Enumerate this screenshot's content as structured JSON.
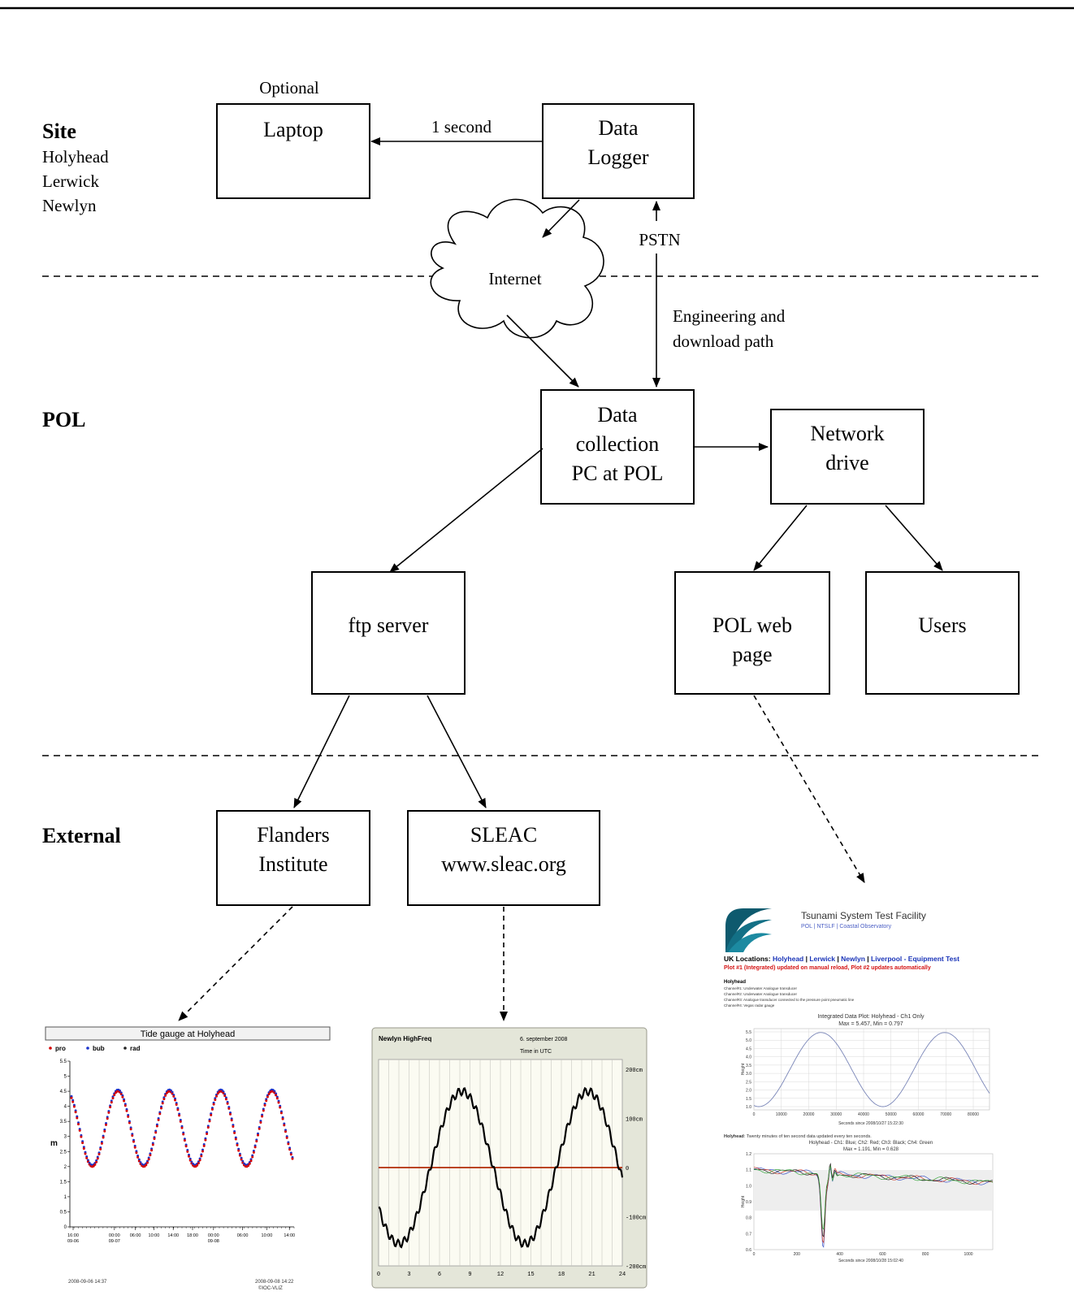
{
  "sections": {
    "site": "Site",
    "pol": "POL",
    "external": "External"
  },
  "site_list": [
    "Holyhead",
    "Lerwick",
    "Newlyn"
  ],
  "nodes": {
    "laptop": "Laptop",
    "optional": "Optional",
    "data_logger": [
      "Data",
      "Logger"
    ],
    "internet": "Internet",
    "data_collection": [
      "Data",
      "collection",
      "PC at POL"
    ],
    "network_drive": [
      "Network",
      "drive"
    ],
    "ftp_server": "ftp server",
    "pol_web": [
      "POL web",
      "page"
    ],
    "users": "Users",
    "flanders": [
      "Flanders",
      "Institute"
    ],
    "sleac": [
      "SLEAC",
      "www.sleac.org"
    ]
  },
  "edge_labels": {
    "one_second": "1 second",
    "pstn": "PSTN",
    "engineering": [
      "Engineering and",
      "download path"
    ]
  },
  "thumb_flanders": {
    "title": "Tide gauge at Holyhead",
    "legend": [
      "pro",
      "bub",
      "rad"
    ],
    "legend_colors": [
      "#d40000",
      "#1a33cc",
      "#222222"
    ],
    "ylabel": "m",
    "yticks": [
      "5.5",
      "5",
      "4.5",
      "4",
      "3.5",
      "3",
      "2.5",
      "2",
      "1.5",
      "1",
      "0.5",
      "0"
    ],
    "xticks": [
      [
        "16:00",
        "09-06"
      ],
      [
        "00:00",
        "09-07"
      ],
      [
        "06:00",
        ""
      ],
      [
        "10:00",
        ""
      ],
      [
        "14:00",
        ""
      ],
      [
        "18:00",
        ""
      ],
      [
        "00:00",
        "09-08"
      ],
      [
        "06:00",
        ""
      ],
      [
        "10:00",
        ""
      ],
      [
        "14:00",
        ""
      ]
    ],
    "footer_left": "2008-09-06 14:37",
    "footer_right": "2008-09-08 14:22",
    "credit": "©IOC-VLIZ",
    "chart_data": {
      "type": "scatter",
      "ylim": [
        0,
        5.5
      ],
      "series": [
        {
          "name": "pro"
        },
        {
          "name": "bub"
        },
        {
          "name": "rad"
        }
      ]
    }
  },
  "thumb_sleac": {
    "title": "Newlyn HighFreq",
    "date": "6. september 2008",
    "subtitle": "Time in UTC",
    "yticks": [
      "200cm",
      "100cm",
      "0",
      "-100cm",
      "-200cm"
    ],
    "xticks": [
      "0",
      "3",
      "6",
      "9",
      "12",
      "15",
      "18",
      "21",
      "24"
    ],
    "chart_data": {
      "type": "line",
      "xlim": [
        0,
        24
      ],
      "ylim": [
        -200,
        200
      ]
    }
  },
  "thumb_pol": {
    "title": "Tsunami System Test Facility",
    "subtitle": "POL | NTSLF | Coastal Observatory",
    "locations_prefix": "UK Locations: ",
    "locations": [
      "Holyhead",
      "Lerwick",
      "Newlyn",
      "Liverpool - Equipment Test"
    ],
    "notice": "Plot #1 (Integrated) updated on manual reload, Plot #2 updates automatically",
    "site": "Holyhead",
    "channels": [
      "Channel#1: Underwater Analogue transducer",
      "Channel#2: Underwater Analogue transducer",
      "Channel#3: Analogue transducer connected to the pressure point pneumatic line",
      "Channel#4: Vegas radar gauge"
    ],
    "plot1_title": "Integrated Data Plot: Holyhead - Ch1 Only",
    "plot1_sub": "Max = 5.457, Min = 0.797",
    "plot1_xticks": [
      "0",
      "10000",
      "20000",
      "30000",
      "40000",
      "50000",
      "60000",
      "70000",
      "80000"
    ],
    "plot1_yticks": [
      "5.5",
      "5.0",
      "4.5",
      "4.0",
      "3.5",
      "3.0",
      "2.5",
      "2.0",
      "1.5",
      "1.0"
    ],
    "plot1_xlabel": "Seconds since 2008/10/27 15:22:30",
    "plot1_ylabel": "Height",
    "plot2_intro_bold": "Holyhead",
    "plot2_intro": ": Twenty minutes of ten second data updated every ten seconds.",
    "plot2_title": "Holyhead - Ch1: Blue; Ch2: Red; Ch3: Black; Ch4: Green",
    "plot2_sub": "Max = 1.191, Min = 0.628",
    "plot2_xticks": [
      "0",
      "200",
      "400",
      "600",
      "800",
      "1000"
    ],
    "plot2_yticks": [
      "1.2",
      "1.1",
      "1.0",
      "0.9",
      "0.8",
      "0.7",
      "0.6"
    ],
    "plot2_xlabel": "Seconds since 2008/10/28 15:02:40",
    "plot2_ylabel": "Height"
  }
}
